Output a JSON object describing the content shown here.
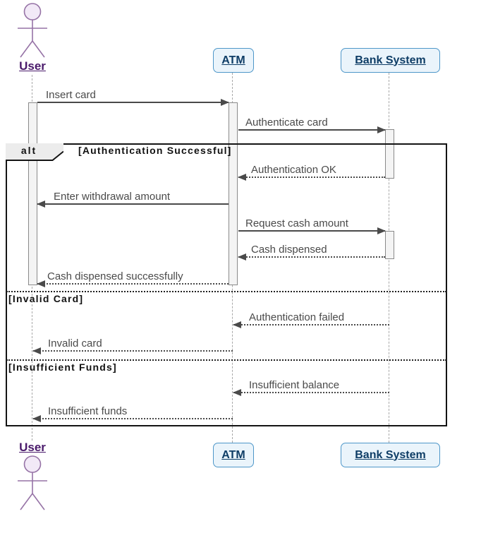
{
  "participants": [
    {
      "name": "User",
      "type": "actor"
    },
    {
      "name": "ATM",
      "type": "participant"
    },
    {
      "name": "Bank System",
      "type": "participant"
    }
  ],
  "alt_frame": {
    "operator": "alt",
    "sections": [
      {
        "condition": "[Authentication Successful]"
      },
      {
        "condition": "[Invalid Card]"
      },
      {
        "condition": "[Insufficient Funds]"
      }
    ]
  },
  "messages": [
    {
      "from": "User",
      "to": "ATM",
      "label": "Insert card",
      "line": "solid"
    },
    {
      "from": "ATM",
      "to": "Bank System",
      "label": "Authenticate card",
      "line": "solid"
    },
    {
      "from": "Bank System",
      "to": "ATM",
      "label": "Authentication OK",
      "line": "dotted"
    },
    {
      "from": "ATM",
      "to": "User",
      "label": "Enter withdrawal amount",
      "line": "solid"
    },
    {
      "from": "ATM",
      "to": "Bank System",
      "label": "Request cash amount",
      "line": "solid"
    },
    {
      "from": "Bank System",
      "to": "ATM",
      "label": "Cash dispensed",
      "line": "dotted"
    },
    {
      "from": "ATM",
      "to": "User",
      "label": "Cash dispensed successfully",
      "line": "dotted"
    },
    {
      "from": "Bank System",
      "to": "ATM",
      "label": "Authentication failed",
      "line": "dotted"
    },
    {
      "from": "ATM",
      "to": "User",
      "label": "Invalid card",
      "line": "dotted"
    },
    {
      "from": "Bank System",
      "to": "ATM",
      "label": "Insufficient balance",
      "line": "dotted"
    },
    {
      "from": "ATM",
      "to": "User",
      "label": "Insufficient funds",
      "line": "dotted"
    }
  ],
  "colors": {
    "actor_stroke": "#9673a6",
    "actor_fill": "#f2e9f7",
    "actor_label": "#4a1a6b",
    "participant_border": "#4e97c9",
    "participant_fill": "#eaf4fb",
    "participant_text": "#0e3d66",
    "message": "#4a4a4a",
    "frame_border": "#141414",
    "activation_fill": "#f4f4f4",
    "activation_border": "#8a8a8a",
    "lifeline": "#a8a8a8"
  }
}
